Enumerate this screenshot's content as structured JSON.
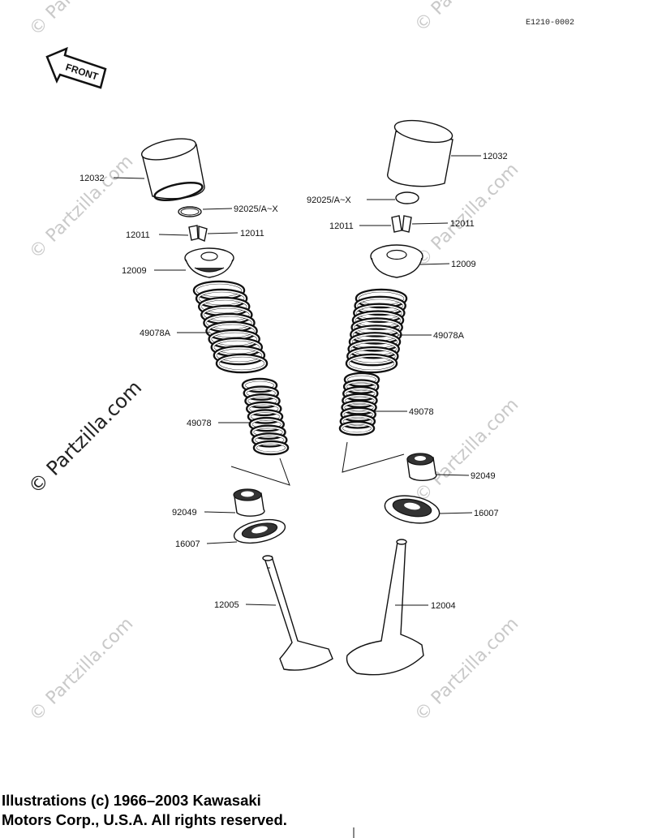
{
  "diagram_code": "E1210-0002",
  "front_label": "FRONT",
  "watermark_text": "© Partzilla.com",
  "copyright": {
    "line1": "Illustrations (c) 1966–2003 Kawasaki",
    "line2": "Motors Corp., U.S.A.  All rights reserved."
  },
  "labels_left": {
    "tappet": "12032",
    "shim": "92025/A~X",
    "cotter_a": "12011",
    "cotter_b": "12011",
    "retainer": "12009",
    "outer_spring": "49078A",
    "inner_spring": "49078",
    "oil_seal": "92049",
    "spring_seat": "16007",
    "valve": "12005"
  },
  "labels_right": {
    "tappet": "12032",
    "shim": "92025/A~X",
    "cotter_a": "12011",
    "cotter_b": "12011",
    "retainer": "12009",
    "outer_spring": "49078A",
    "inner_spring": "49078",
    "oil_seal": "92049",
    "spring_seat": "16007",
    "valve": "12004"
  }
}
